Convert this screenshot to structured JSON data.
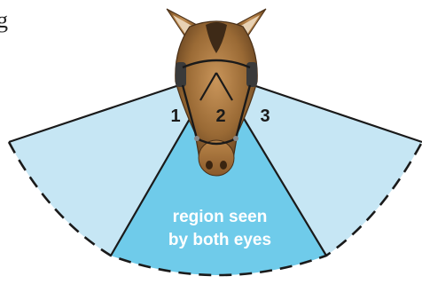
{
  "clipped_text": "g",
  "zones": {
    "left": "1",
    "center": "2",
    "right": "3"
  },
  "region": {
    "line1": "region seen",
    "line2": "by both eyes"
  },
  "colors": {
    "monocular_fill": "#c6e6f4",
    "binocular_fill": "#6fcbea",
    "outline": "#1a1a1a",
    "horse_coat": "#a5763e",
    "horse_dark": "#3e2a17"
  },
  "icons": {
    "horse_head": "horse-head-icon"
  }
}
